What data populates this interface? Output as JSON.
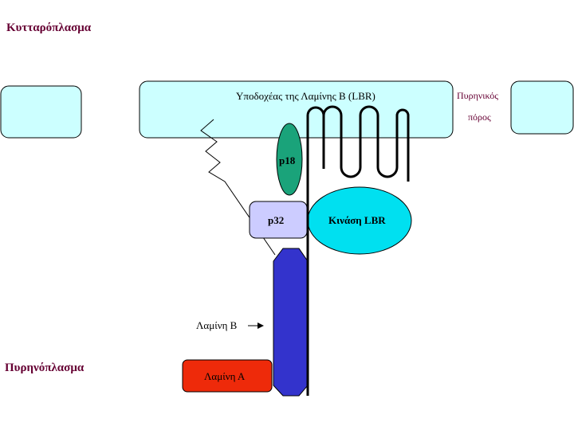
{
  "labels": {
    "cytoplasm": "Κυτταρόπλασμα",
    "nucleoplasm": "Πυρηνόπλασμα",
    "lbr": "Υποδοχέας της Λαμίνης Β (LBR)",
    "pore_line1": "Πυρηνικός",
    "pore_line2": "πόρος",
    "p18": "p18",
    "p32": "p32",
    "lbr_kinase": "Κινάση LBR",
    "lamin_b": "Λαμίνη Β",
    "lamin_a": "Λαμίνη Α"
  },
  "colors": {
    "region_label": "#660033",
    "membrane_fill": "#ccffff",
    "p18_fill": "#1aa37a",
    "p32_fill": "#ccccff",
    "kinase_fill": "#00e0f0",
    "lamin_b_fill": "#3333cc",
    "lamin_a_fill": "#ee2a0a",
    "stroke": "#000000"
  }
}
